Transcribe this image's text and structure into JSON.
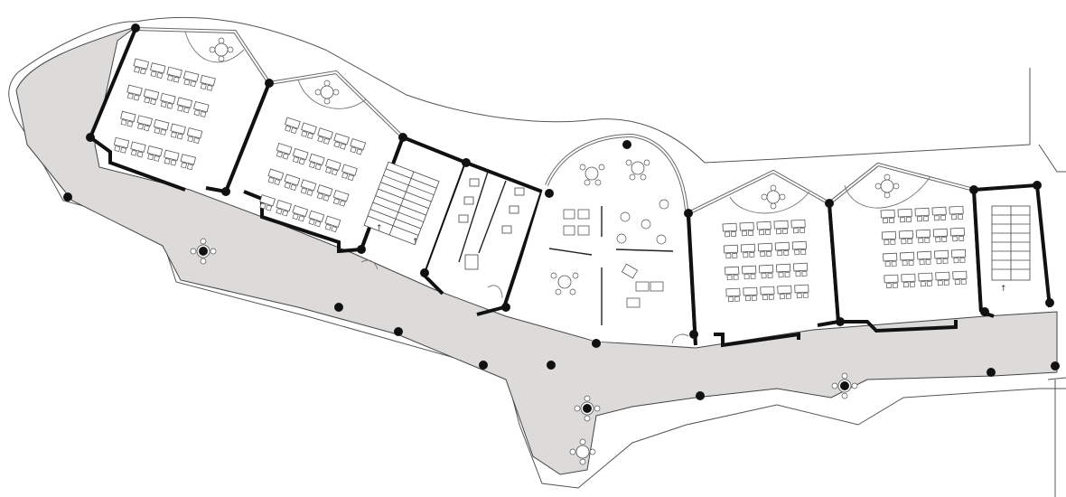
{
  "drawing": {
    "type": "architectural floor plan",
    "corridor_fill": "#dcdbd9",
    "wall_color": "#111111",
    "glazing_color": "#666666"
  },
  "rooms": [
    {
      "id": "classroom-1",
      "kind": "classroom",
      "desk_rows": 4,
      "desk_cols": 5
    },
    {
      "id": "classroom-2",
      "kind": "classroom",
      "desk_rows": 4,
      "desk_cols": 5
    },
    {
      "id": "stairwell-1",
      "kind": "stairwell",
      "label": "↑"
    },
    {
      "id": "restrooms",
      "kind": "restrooms"
    },
    {
      "id": "lounge",
      "kind": "lounge"
    },
    {
      "id": "classroom-3",
      "kind": "classroom",
      "desk_rows": 4,
      "desk_cols": 5
    },
    {
      "id": "classroom-4",
      "kind": "classroom",
      "desk_rows": 4,
      "desk_cols": 5
    },
    {
      "id": "stairwell-2",
      "kind": "stairwell",
      "label": "↑"
    }
  ],
  "stair_labels": [
    "↑",
    "↑",
    "↑"
  ]
}
